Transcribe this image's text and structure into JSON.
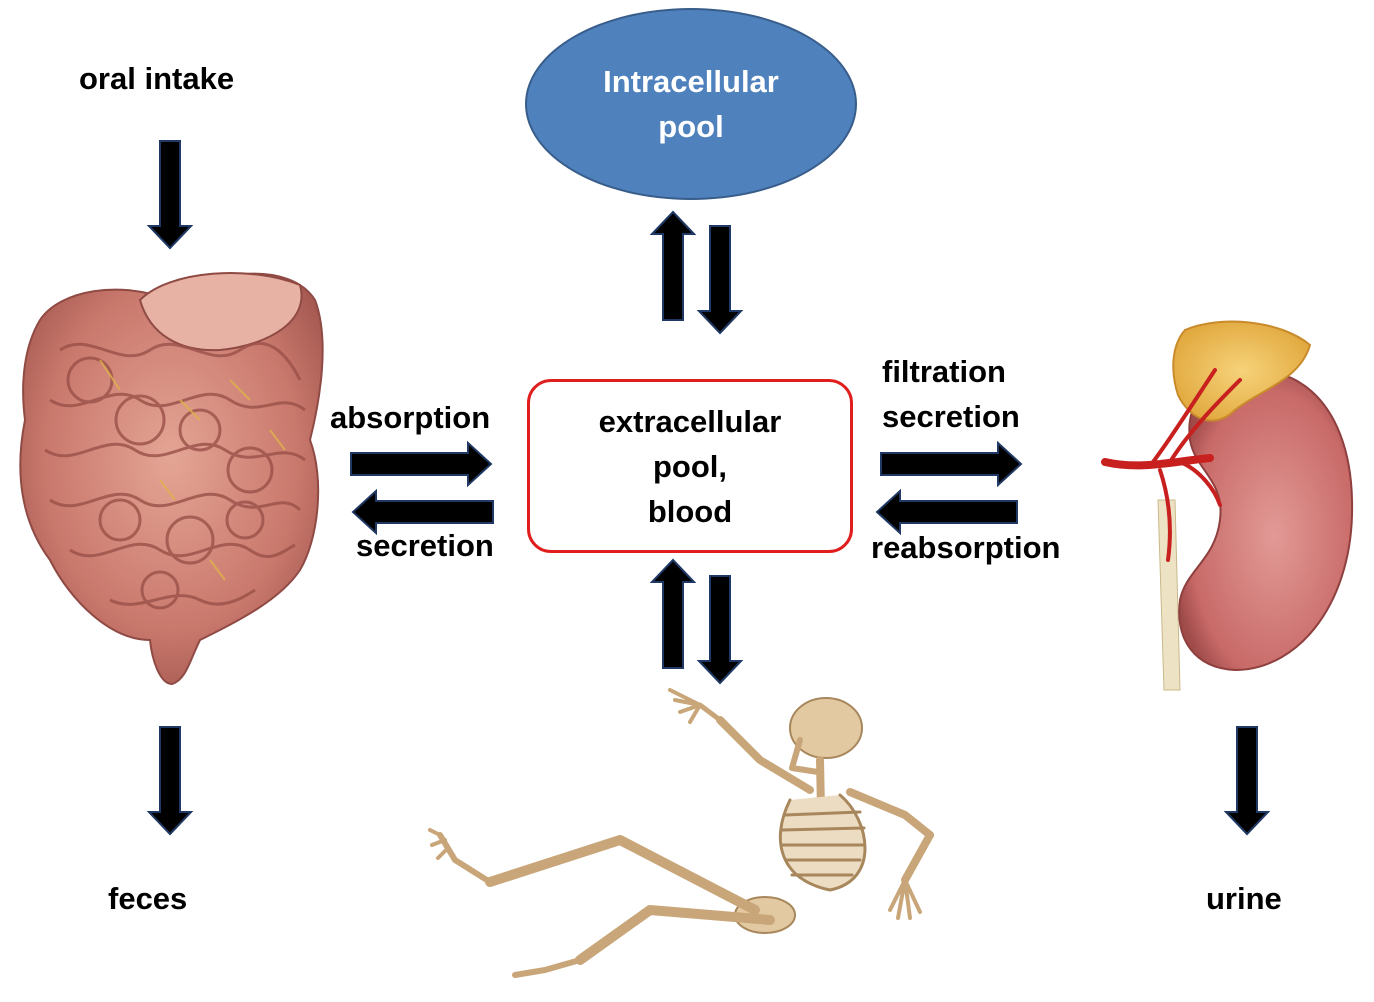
{
  "labels": {
    "oral_intake": "oral intake",
    "feces": "feces",
    "urine": "urine",
    "absorption": "absorption",
    "secretion_left": "secretion",
    "filtration": "filtration",
    "secretion_right": "secretion",
    "reabsorption": "reabsorption"
  },
  "intracellular_pool": {
    "line1": "Intracellular",
    "line2": "pool"
  },
  "extracellular_pool": {
    "line1": "extracellular",
    "line2": "pool,",
    "line3": "blood"
  },
  "illustrations": {
    "intestines": "intestines-illustration",
    "kidney": "kidney-illustration",
    "skeleton": "skeleton-illustration"
  },
  "colors": {
    "arrow_fill": "#000000",
    "arrow_outline": "#1f3864",
    "intracellular_fill": "#4f81bd",
    "extracellular_border": "#e01e1e"
  }
}
